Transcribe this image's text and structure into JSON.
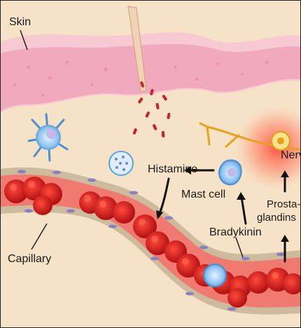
{
  "labels": {
    "skin": "Skin",
    "histamine": "Histamine",
    "mast_cell": "Mast cell",
    "nerve": "Nerv",
    "prosta_line1": "Prosta-",
    "prosta_line2": "glandins",
    "bradykinin": "Bradykinin",
    "capillary": "Capillary"
  },
  "colors": {
    "background": "#f6e3c7",
    "skin_layer": "#f3b8c9",
    "skin_surface": "#f7cdd6",
    "capillary_wall": "#c9b79a",
    "blood_cell": "#d41c1c",
    "nerve_glow": "#ff4a3a",
    "nerve_fiber": "#e6a21c",
    "immune_cell": "#5aa3e0"
  }
}
